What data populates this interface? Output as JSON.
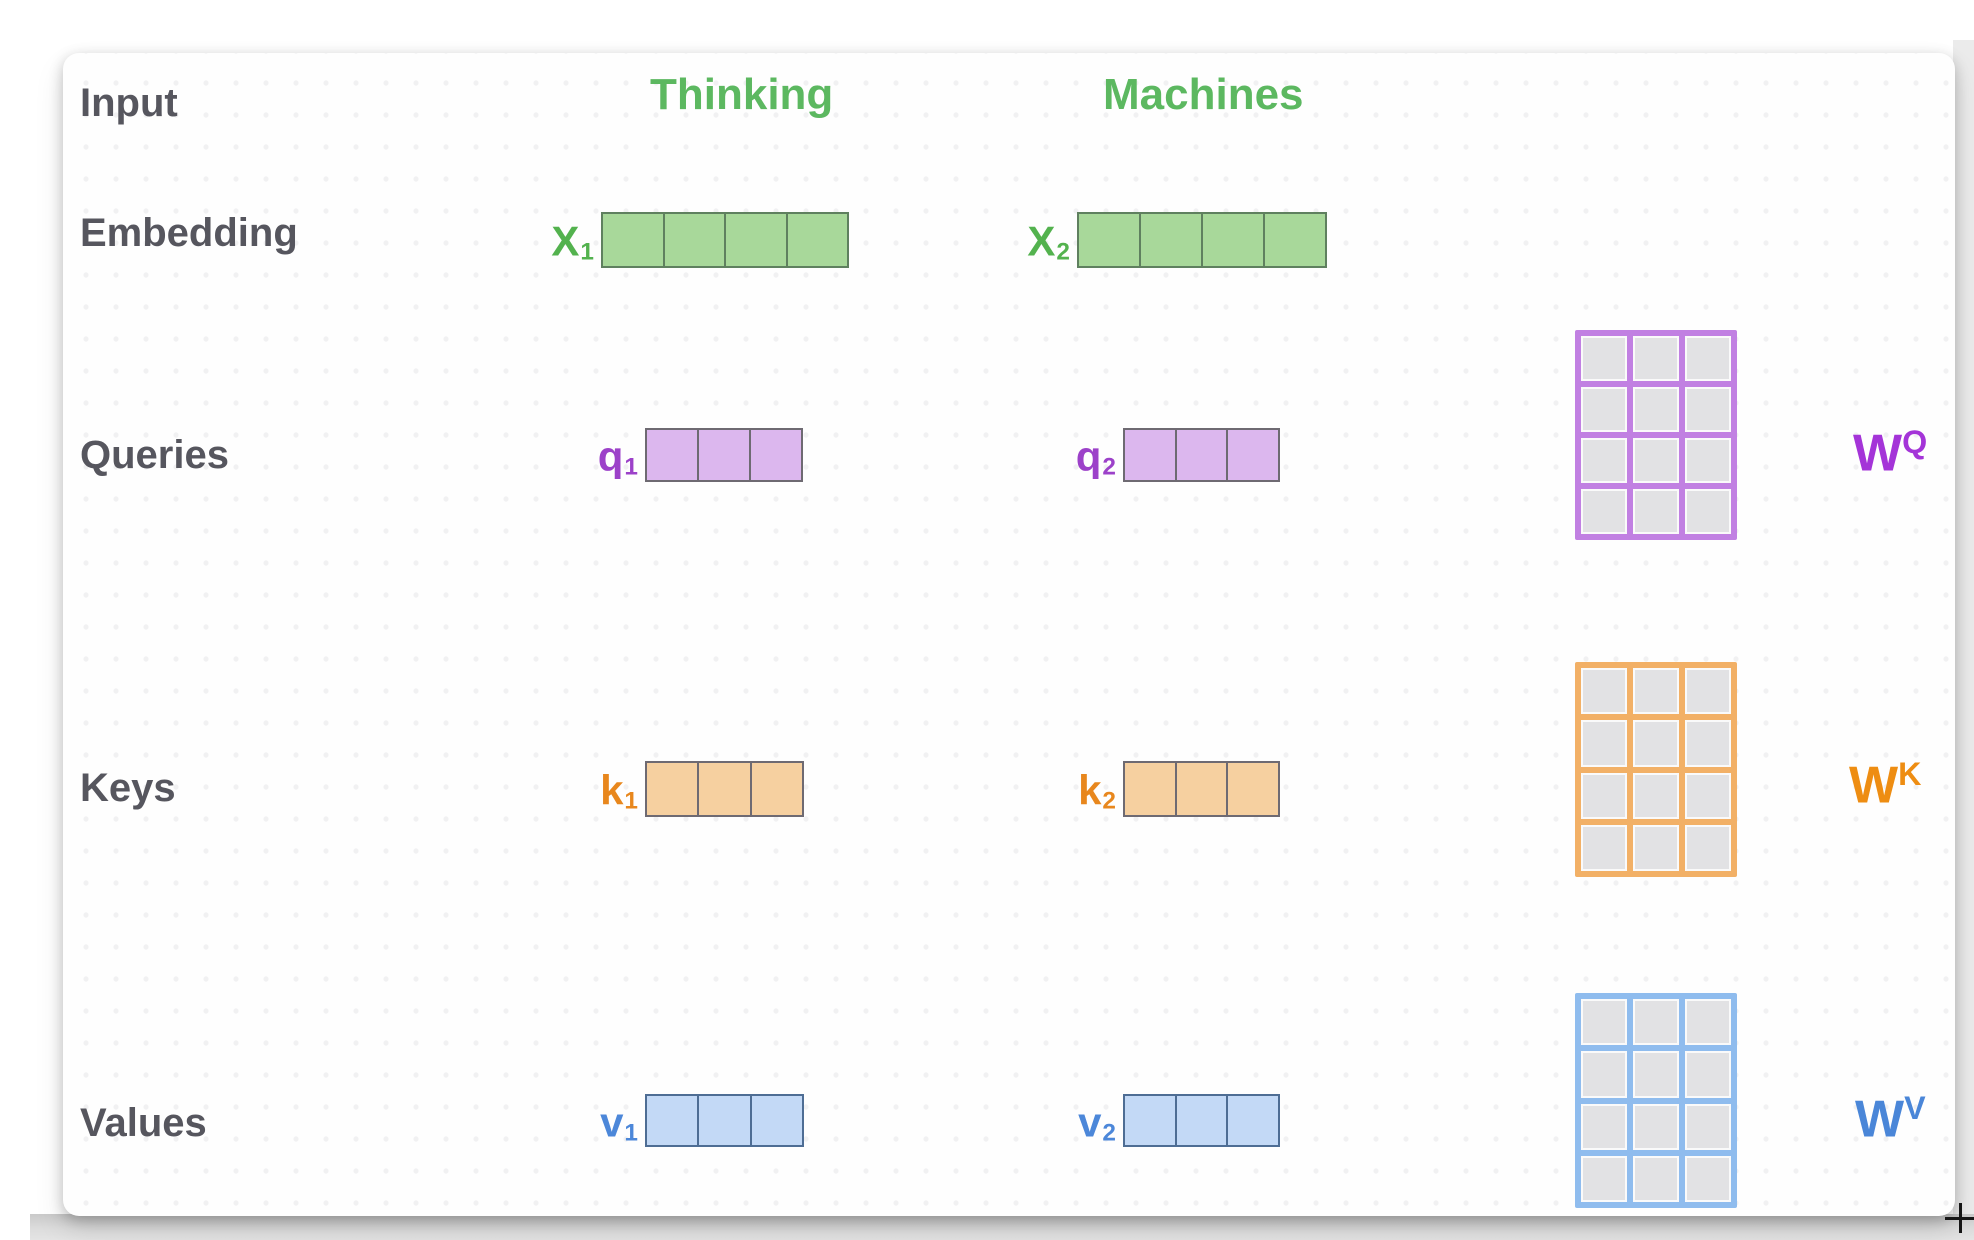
{
  "row_labels": {
    "input": "Input",
    "embedding": "Embedding",
    "queries": "Queries",
    "keys": "Keys",
    "values": "Values"
  },
  "headers": {
    "token1": "Thinking",
    "token2": "Machines"
  },
  "colors": {
    "token_green": "#5cb860",
    "row_label_gray": "#56565e"
  },
  "vectors": {
    "x1": {
      "base": "X",
      "sub": "1",
      "cells": 4,
      "fill": "#a8d89a",
      "border": "#5f805f",
      "label_color": "#53b24e"
    },
    "x2": {
      "base": "X",
      "sub": "2",
      "cells": 4,
      "fill": "#a8d89a",
      "border": "#5f805f",
      "label_color": "#53b24e"
    },
    "q1": {
      "base": "q",
      "sub": "1",
      "cells": 3,
      "fill": "#dcb7ee",
      "border": "#6e6a72",
      "label_color": "#9c41c9"
    },
    "q2": {
      "base": "q",
      "sub": "2",
      "cells": 3,
      "fill": "#dcb7ee",
      "border": "#6e6a72",
      "label_color": "#9c41c9"
    },
    "k1": {
      "base": "k",
      "sub": "1",
      "cells": 3,
      "fill": "#f6d0a0",
      "border": "#6e6a72",
      "label_color": "#e8871d"
    },
    "k2": {
      "base": "k",
      "sub": "2",
      "cells": 3,
      "fill": "#f6d0a0",
      "border": "#6e6a72",
      "label_color": "#e8871d"
    },
    "v1": {
      "base": "v",
      "sub": "1",
      "cells": 3,
      "fill": "#c3d9f6",
      "border": "#4e6d94",
      "label_color": "#4c87d9"
    },
    "v2": {
      "base": "v",
      "sub": "2",
      "cells": 3,
      "fill": "#c3d9f6",
      "border": "#4e6d94",
      "label_color": "#4c87d9"
    }
  },
  "matrices": {
    "wq": {
      "rows": 4,
      "cols": 3,
      "line": "#c180e2",
      "label_base": "W",
      "label_sup": "Q",
      "label_color": "#a434d8"
    },
    "wk": {
      "rows": 4,
      "cols": 3,
      "line": "#f2b066",
      "label_base": "W",
      "label_sup": "K",
      "label_color": "#ee8d12"
    },
    "wv": {
      "rows": 4,
      "cols": 3,
      "line": "#8fbcee",
      "label_base": "W",
      "label_sup": "V",
      "label_color": "#4a86d8"
    }
  }
}
